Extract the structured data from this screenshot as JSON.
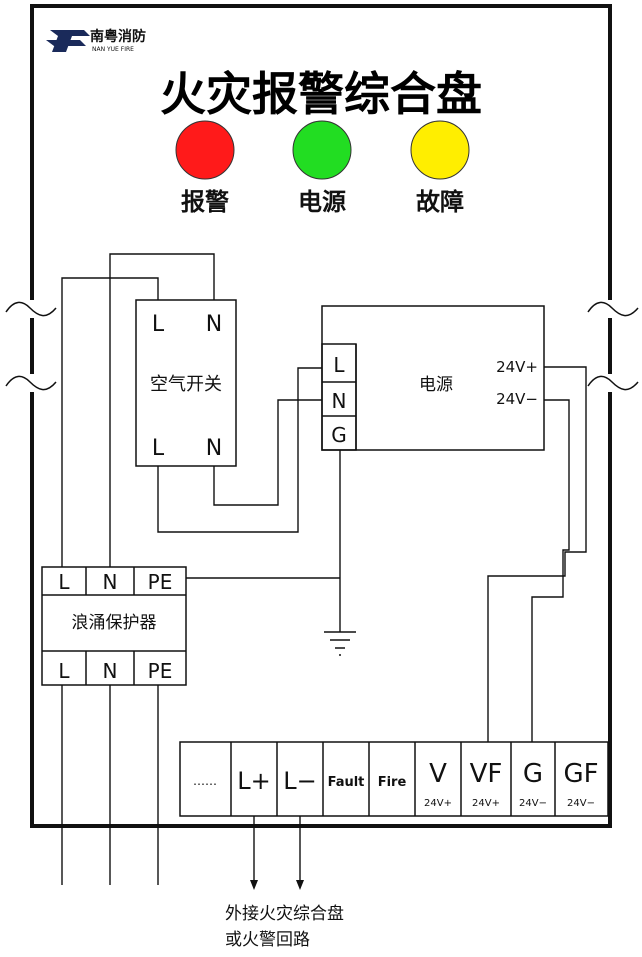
{
  "panel": {
    "logo": {
      "name": "南粤消防",
      "sub": "NAN YUE FIRE"
    },
    "title": "火灾报警综合盘",
    "indicators": [
      {
        "label": "报警",
        "color": "#ff1a1a"
      },
      {
        "label": "电源",
        "color": "#22dd22"
      },
      {
        "label": "故障",
        "color": "#ffee00"
      }
    ]
  },
  "air_switch": {
    "label": "空气开关",
    "top_terminals": [
      "L",
      "N"
    ],
    "bottom_terminals": [
      "L",
      "N"
    ]
  },
  "power_supply": {
    "label": "电源",
    "inputs": [
      "L",
      "N",
      "G"
    ],
    "outputs": [
      "24V+",
      "24V−"
    ]
  },
  "surge_protector": {
    "label": "浪涌保护器",
    "top_terminals": [
      "L",
      "N",
      "PE"
    ],
    "bottom_terminals": [
      "L",
      "N",
      "PE"
    ]
  },
  "terminal_block": {
    "terminals": [
      {
        "label": "……",
        "sub": ""
      },
      {
        "label": "L+",
        "sub": ""
      },
      {
        "label": "L−",
        "sub": ""
      },
      {
        "label": "Fault",
        "sub": ""
      },
      {
        "label": "Fire",
        "sub": ""
      },
      {
        "label": "V",
        "sub": "24V+"
      },
      {
        "label": "VF",
        "sub": "24V+"
      },
      {
        "label": "G",
        "sub": "24V−"
      },
      {
        "label": "GF",
        "sub": "24V−"
      }
    ]
  },
  "note": {
    "line1": "外接火灾综合盘",
    "line2": "或火警回路"
  }
}
